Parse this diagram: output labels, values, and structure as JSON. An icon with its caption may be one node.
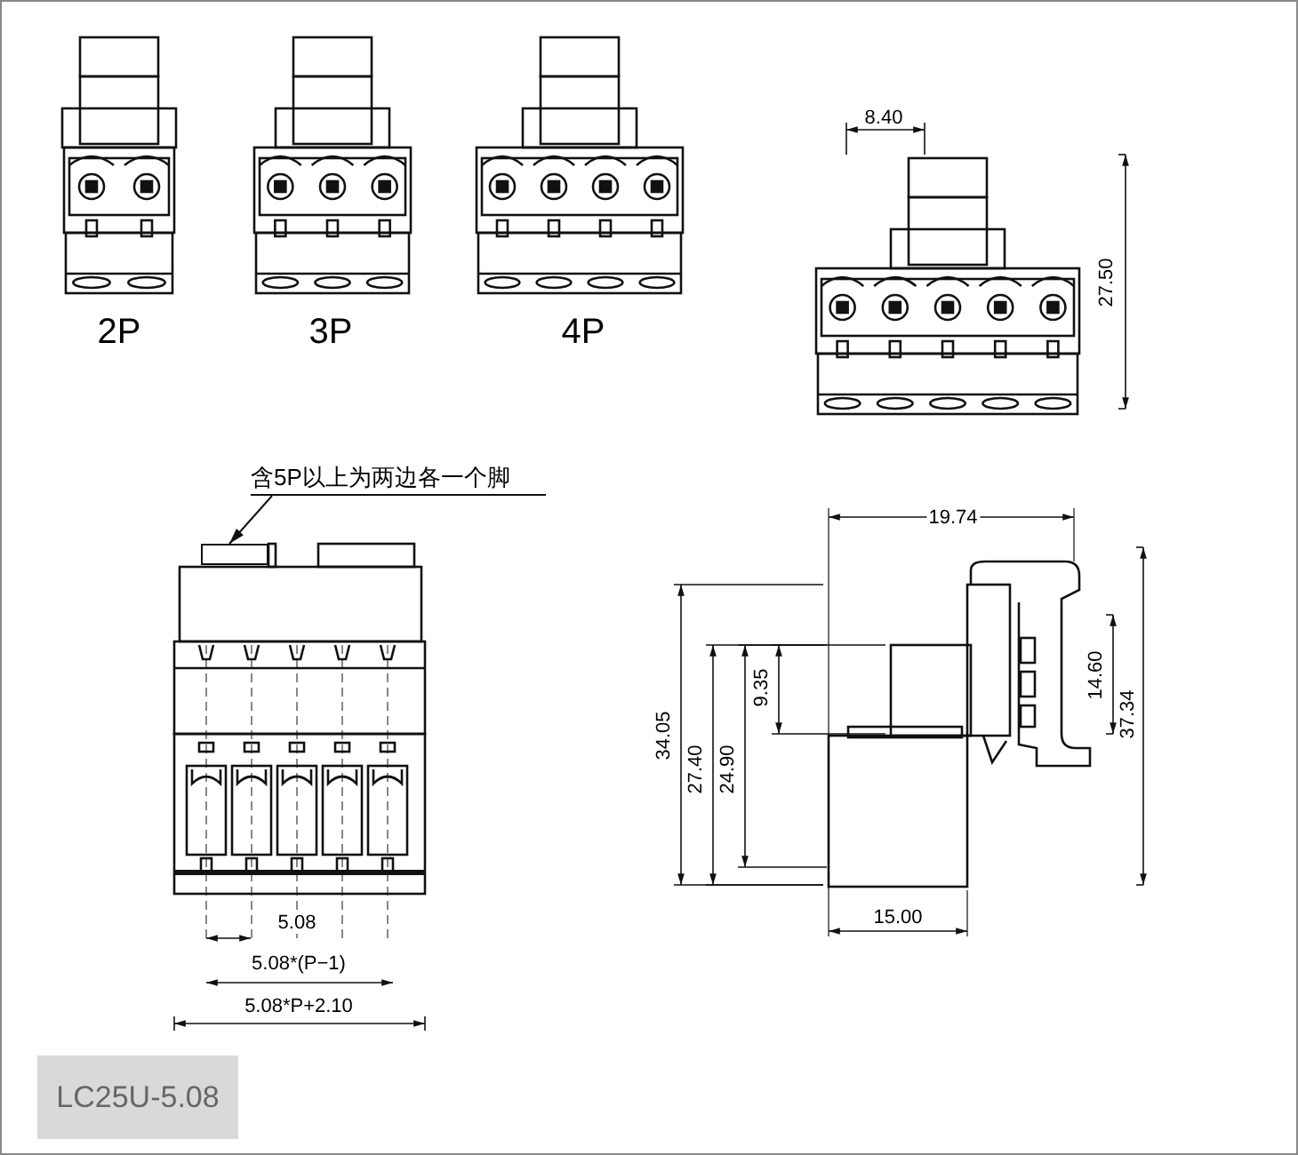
{
  "diagram": {
    "nodes": [
      {
        "text": [
          "含5P以上为两边各一个脚"
        ]
      },
      {
        "text": [],
        "shape": "box"
      }
    ],
    "edges": [
      {
        "from": 0,
        "to": 1,
        "arrow": "to"
      }
    ],
    "labels": [
      "2P",
      "3P",
      "4P",
      "8.40",
      "27.50",
      "19.74",
      "34.05",
      "27.40",
      "24.90",
      "9.35",
      "14.60",
      "37.34",
      "5.08",
      "15.00",
      "5.08*(P−1)",
      "5.08*P+2.10",
      "LC25U-5.08"
    ]
  }
}
